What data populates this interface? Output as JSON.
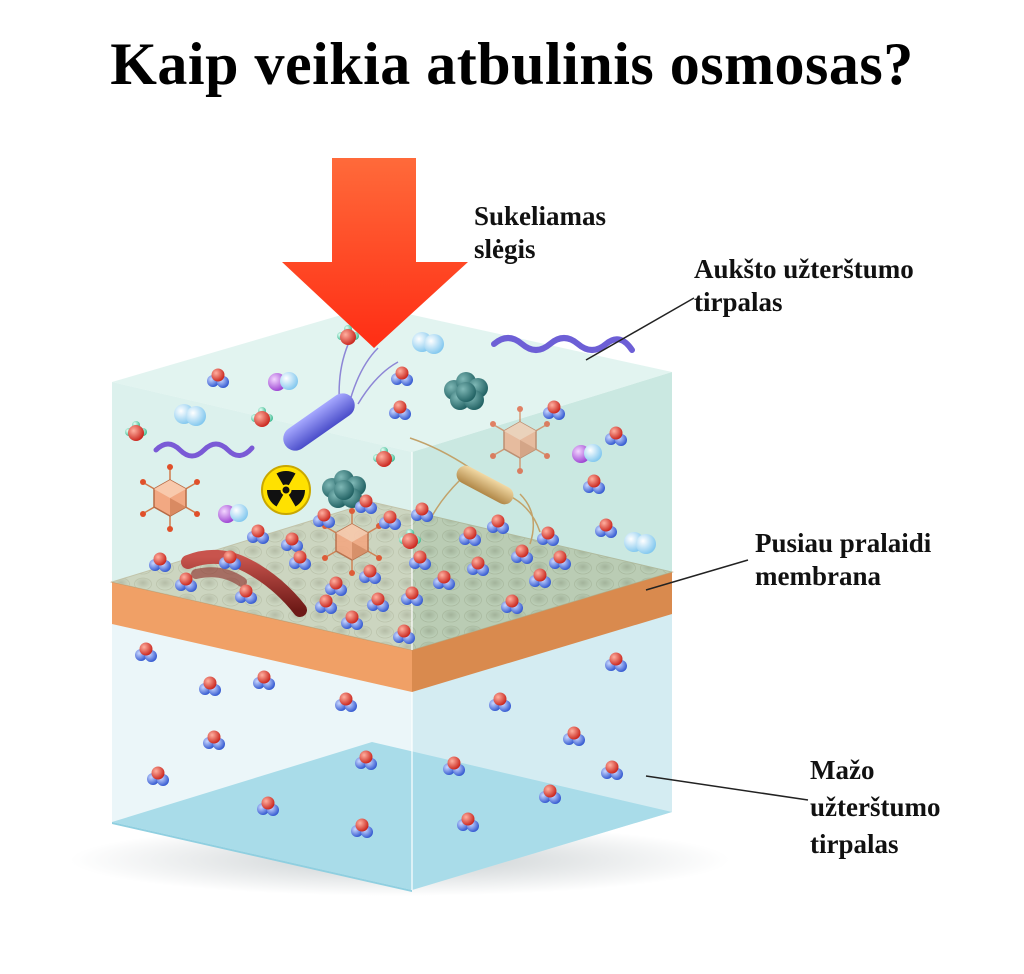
{
  "title": "Kaip veikia atbulinis osmosas?",
  "labels": {
    "pressure": [
      "Sukeliamas",
      "slėgis"
    ],
    "high_contamination": [
      "Aukšto užterštumo",
      "tirpalas"
    ],
    "membrane": [
      "Pusiau pralaidi",
      "membrana"
    ],
    "low_contamination": [
      "Mažo",
      "užterštumo",
      "tirpalas"
    ]
  },
  "colors": {
    "arrow": "#ff3b1f",
    "upper_liquid": "#bfe6de",
    "lower_liquid": "#d4ecf3",
    "membrane_side": "#f0a066",
    "membrane_top": "#d9b98f",
    "water_oxygen": "#e0302a",
    "water_hydrogen": "#3a63d8"
  }
}
